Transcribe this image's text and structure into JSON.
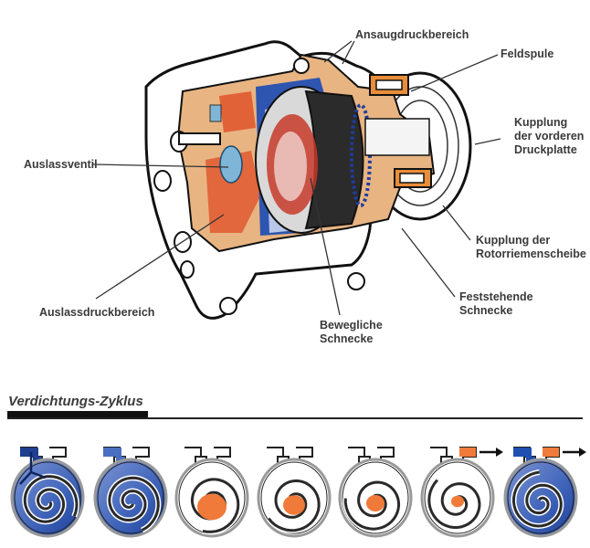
{
  "diagram": {
    "type": "cutaway-illustration",
    "subject": "scroll compressor",
    "labels": {
      "suction_area": "Ansaugdruckbereich",
      "field_coil": "Feldspule",
      "front_plate_clutch": [
        "Kupplung",
        "der vorderen",
        "Druckplatte"
      ],
      "outlet_valve": "Auslassventil",
      "rotor_pulley_clutch": [
        "Kupplung der",
        "Rotorriemenscheibe"
      ],
      "discharge_area": "Auslassdruckbereich",
      "fixed_scroll": [
        "Feststehende",
        "Schnecke"
      ],
      "moving_scroll": [
        "Bewegliche",
        "Schnecke"
      ]
    }
  },
  "cycle": {
    "title": "Verdichtungs-Zyklus",
    "stages": [
      {
        "stage": 1,
        "fill": "suction",
        "inlet_color": "#1f3f8f",
        "outlet_arrow": false,
        "intake_arrows": true
      },
      {
        "stage": 2,
        "fill": "suction",
        "inlet_color": "#4a6fc0",
        "outlet_arrow": false,
        "intake_arrows": false
      },
      {
        "stage": 3,
        "fill": "compression",
        "inlet_color": "#ffffff",
        "outlet_arrow": false,
        "intake_arrows": false
      },
      {
        "stage": 4,
        "fill": "compression",
        "inlet_color": "#ffffff",
        "outlet_arrow": false,
        "intake_arrows": false
      },
      {
        "stage": 5,
        "fill": "compression",
        "inlet_color": "#ffffff",
        "outlet_arrow": false,
        "intake_arrows": false
      },
      {
        "stage": 6,
        "fill": "discharge",
        "inlet_color": "#ffffff",
        "outlet_arrow": true,
        "intake_arrows": false
      },
      {
        "stage": 7,
        "fill": "suction+discharge",
        "inlet_color": "#1f4fb0",
        "outlet_arrow": true,
        "intake_arrows": false
      }
    ]
  },
  "colors": {
    "suction_blue": "#3d62b8",
    "suction_light": "#b9c7ea",
    "compressed_orange": "#f07a3a",
    "housing_tan": "#e8b482",
    "housing_red": "#e0542a",
    "scroll_dark": "#2a2a2a",
    "outline": "#111111"
  }
}
